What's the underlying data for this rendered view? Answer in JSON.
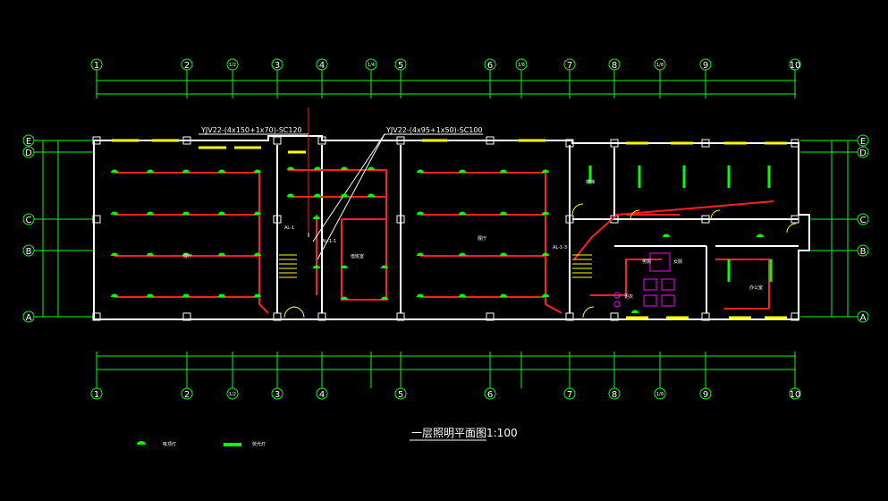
{
  "drawing": {
    "title": "一层照明平面图1:100",
    "cable_left": "YJV22-(4x150+1x70)-SC120",
    "cable_right": "YJV22-(4x95+1x50)-SC100",
    "axes_top": [
      "1",
      "2",
      "1/2",
      "3",
      "4",
      "1/4",
      "5",
      "6",
      "1/6",
      "7",
      "8",
      "1/8",
      "9",
      "10"
    ],
    "axes_bottom": [
      "1",
      "2",
      "1/2",
      "3",
      "4",
      "5",
      "6",
      "7",
      "8",
      "1/8",
      "9",
      "10"
    ],
    "axes_side": [
      "E",
      "D",
      "C",
      "B",
      "A"
    ],
    "panels": [
      "AL-1",
      "AL-1-1",
      "AL-1-3"
    ],
    "rooms": [
      "展厅",
      "值班室",
      "展厅",
      "楼梯",
      "男厕",
      "女厕",
      "更衣",
      "办公室"
    ],
    "legend": [
      "吸顶灯",
      "荧光灯"
    ]
  },
  "colors": {
    "wall": "#ffffff",
    "wiring": "#ff2020",
    "dimension": "#00ff00",
    "window": "#ffff00",
    "lamp": "#00ff00",
    "fixture": "#ff00ff",
    "leader": "#ffffff"
  }
}
